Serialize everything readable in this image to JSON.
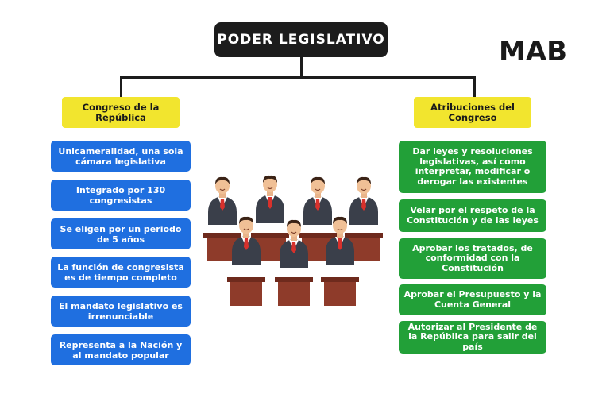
{
  "title": "PODER LEGISLATIVO",
  "logo": "MAB",
  "left_header": "Congreso de la República",
  "right_header": "Atribuciones del Congreso",
  "left_items": [
    "Unicameralidad, una sola cámara legislativa",
    "Integrado por 130 congresistas",
    "Se eligen por un periodo de 5 años",
    "La función de congresista es de tiempo completo",
    "El mandato legislativo es irrenunciable",
    "Representa a la Nación y al mandato popular"
  ],
  "right_items": [
    "Dar leyes y resoluciones legislativas, así como interpretar, modificar o derogar las existentes",
    "Velar por el respeto de la Constitución y de las leyes",
    "Aprobar los tratados, de conformidad con la Constitución",
    "Aprobar el Presupuesto y la Cuenta General",
    "Autorizar al Presidente de la República para salir del país"
  ],
  "colors": {
    "title_bg": "#1c1c1c",
    "header_bg": "#f2e52e",
    "left_boxes": "#1f6fe0",
    "right_boxes": "#22a038",
    "desk": "#8e3b2a"
  },
  "illustration": "congress-members-at-desks"
}
